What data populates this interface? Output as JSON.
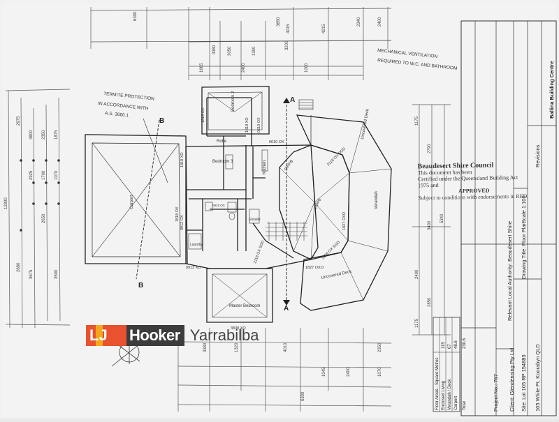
{
  "hand_notes": {
    "termite_1": "TERMITE PROTECTION",
    "termite_2": "IN ACCORDANCE WITH",
    "termite_3": "A.S. 3660.1",
    "ventilation_1": "MECHANICAL VENTILATION",
    "ventilation_2": "REQUIRED TO W.C. AND BATHROOM"
  },
  "rooms": {
    "bed2": "Bedroom 2",
    "bed3": "Bedroom 3",
    "robe": "Robe",
    "kitchen": "Kitchen",
    "dining": "Dining",
    "living": "Living",
    "carport": "Carport",
    "verandah": "Verandah",
    "uncovered_deck_top": "Uncovered Deck",
    "uncovered_deck_bottom": "Uncovered Deck",
    "master": "Master Bedroom",
    "ensuite": "Ensuite",
    "laundry": "Laundry"
  },
  "windows": {
    "w1": "1818 OX",
    "w2": "1818 XO",
    "w3": "0610 OX",
    "w4": "1827 OXO",
    "w5": "2118 OX SGD",
    "w6": "1827 OXO",
    "w7": "2118 OX SGD",
    "w8": "0912 XO",
    "w9": "3838 XO",
    "w10": "0912 OX",
    "w11": "1818 XO",
    "w12": "0610 OX",
    "w13": "0915 OX",
    "w14": "2118 OX SGD",
    "w15": "1818 OX"
  },
  "markers": {
    "a_top": "A",
    "a_bottom": "A",
    "b_left": "B",
    "b_right": "B"
  },
  "council": {
    "title": "Beaudesert Shire Council",
    "line1": "This document has been",
    "line2": "Certified under the Queensland Building Act 1975 and",
    "approved": "APPROVED",
    "line3": "Subject to conditions with endorsements in RED."
  },
  "title_block": {
    "company": "Ballina Building Centre",
    "revisions": "Revisions",
    "drawing_title": "Drawing Title:  Floor Plan",
    "scale": "Scale 1:100",
    "authority": "Relevant Local Authority:  Beaudesert Shire",
    "project": "Project No.: 757",
    "client": "Client: Glendenning Pty Ltd",
    "site": "Site:  Lot 105 RP 154883",
    "address": "105 White Pt. Koorabyn QLD"
  },
  "areas": {
    "header": "Floor Areas - Square Metres",
    "rows": [
      {
        "label": "Enclosed Living",
        "value": "115"
      },
      {
        "label": "Verandah / Deck",
        "value": "67"
      },
      {
        "label": "Carport",
        "value": "48.6"
      },
      {
        "label": "Total",
        "value": "230.6"
      }
    ]
  },
  "dims": {
    "top": [
      "6300",
      "3380",
      "3650",
      "4015",
      "4215",
      "2340",
      "2400",
      "3050",
      "1300",
      "1665",
      "3200",
      "2400",
      "1000"
    ],
    "left": [
      "12890",
      "2975",
      "2680",
      "4800",
      "2925",
      "2350",
      "1700",
      "1875",
      "1070",
      "2650",
      "3675",
      "3500"
    ],
    "right": [
      "1175",
      "2790",
      "5340",
      "3490",
      "2400",
      "1175",
      "2850"
    ],
    "bottom": [
      "3380",
      "1320",
      "4010",
      "6300",
      "1045",
      "2400",
      "1070",
      "2350"
    ]
  },
  "logo": {
    "brand_lj": "LJ",
    "brand_name": "Hooker",
    "office": "Yarrabilba"
  }
}
